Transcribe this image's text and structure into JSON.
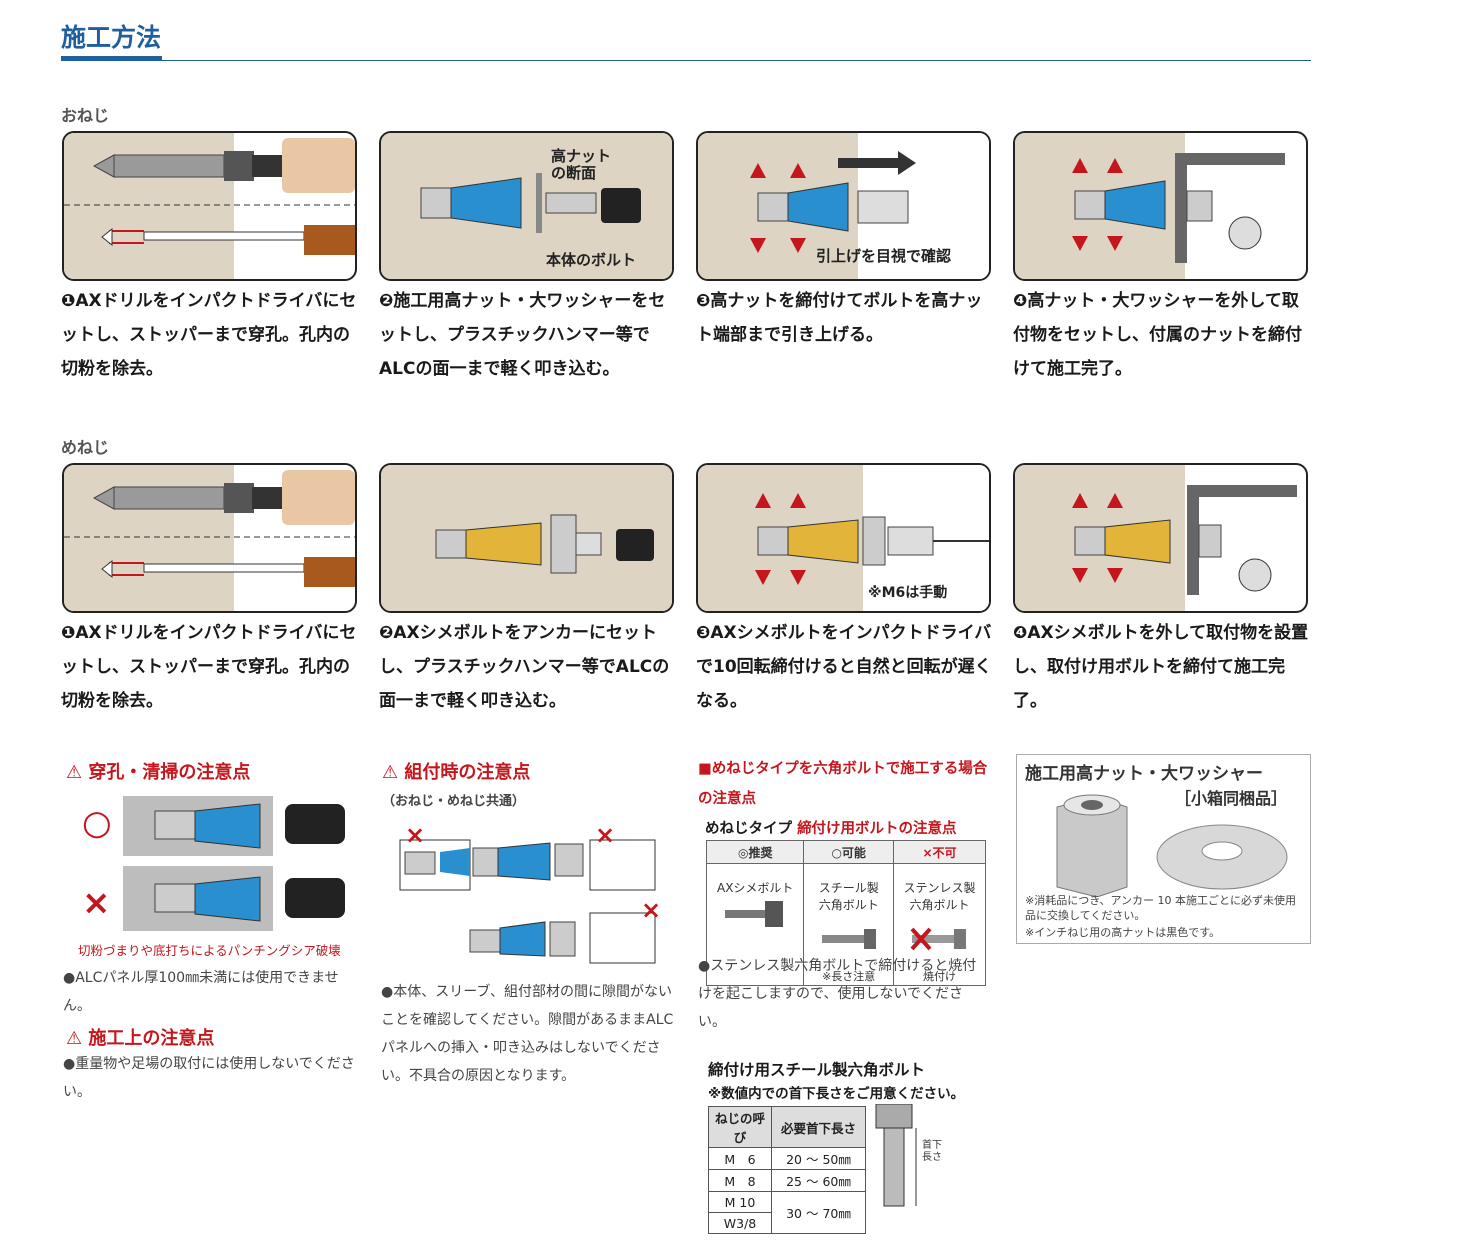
{
  "page_title": "施工方法",
  "male": {
    "label": "おねじ",
    "steps": [
      "❶AXドリルをインパクトドライバにセットし、ストッパーまで穿孔。孔内の切粉を除去。",
      "❷施工用高ナット・大ワッシャーをセットし、プラスチックハンマー等でALCの面一まで軽く叩き込む。",
      "❸高ナットを締付けてボルトを高ナット端部まで引き上げる。",
      "❹高ナット・大ワッシャーを外して取付物をセットし、付属のナットを締付けて施工完了。"
    ],
    "callout_nut": "高ナット\nの断面",
    "callout_bolt": "本体のボルト",
    "callout_check": "引上げを目視で確認"
  },
  "female": {
    "label": "めねじ",
    "steps": [
      "❶AXドリルをインパクトドライバにセットし、ストッパーまで穿孔。孔内の切粉を除去。",
      "❷AXシメボルトをアンカーにセットし、プラスチックハンマー等でALCの面一まで軽く叩き込む。",
      "❸AXシメボルトをインパクトドライバで10回転締付けると自然と回転が遅くなる。",
      "❹AXシメボルトを外して取付物を設置し、取付け用ボルトを締付て施工完了。"
    ],
    "callout_m6": "※M6は手動"
  },
  "notes": {
    "drill_title": "穿孔・清掃の注意点",
    "drill_ok": "○",
    "drill_ng": "×",
    "drill_caption": "切粉づまりや底打ちによるパンチングシア破壊",
    "drill_text": "●ALCパネル厚100㎜未満には使用できません。",
    "work_title": "施工上の注意点",
    "work_text": "●重量物や足場の取付には使用しないでください。",
    "assembly_title": "組付時の注意点",
    "assembly_sub": "（おねじ・めねじ共通）",
    "assembly_text": "●本体、スリーブ、組付部材の間に隙間がないことを確認してください。隙間があるままALCパネルへの挿入・叩き込みはしないでください。不具合の原因となります。",
    "hex_title": "■めねじタイプを六角ボルトで施工する場合の注意点",
    "type_label": "めねじタイプ",
    "type_label_red": "締付け用ボルトの注意点",
    "bolt_table": {
      "headers": [
        "◎推奨",
        "○可能",
        "×不可"
      ],
      "names": [
        "AXシメボルト",
        "スチール製\n六角ボルト",
        "ステンレス製\n六角ボルト"
      ],
      "notes": [
        "",
        "※長さ注意",
        "焼付け"
      ]
    },
    "hex_text": "●ステンレス製六角ボルトで締付けると焼付けを起こしますので、使用しないでください。",
    "steel_title": "締付け用スチール製六角ボルト",
    "steel_sub": "※数値内での首下長さをご用意ください。",
    "length_table": {
      "headers": [
        "ねじの呼び",
        "必要首下長さ"
      ],
      "rows": [
        [
          "M　6",
          "20 ～ 50㎜"
        ],
        [
          "M　8",
          "25 ～ 60㎜"
        ],
        [
          "M 10",
          "30 ～ 70㎜"
        ],
        [
          "W3/8",
          ""
        ]
      ]
    },
    "neck_label": "首下\n長さ"
  },
  "box": {
    "title": "施工用高ナット・大ワッシャー",
    "sub": "［小箱同梱品］",
    "note1": "※消耗品につき、アンカー 10 本施工ごとに必ず未使用品に交換してください。",
    "note2": "※インチねじ用の高ナットは黒色です。"
  },
  "colors": {
    "accent": "#1e5f9e",
    "red": "#c4161c",
    "blue": "#2a8fcf",
    "gold": "#e3b43a",
    "wall": "#ddd4c4"
  }
}
